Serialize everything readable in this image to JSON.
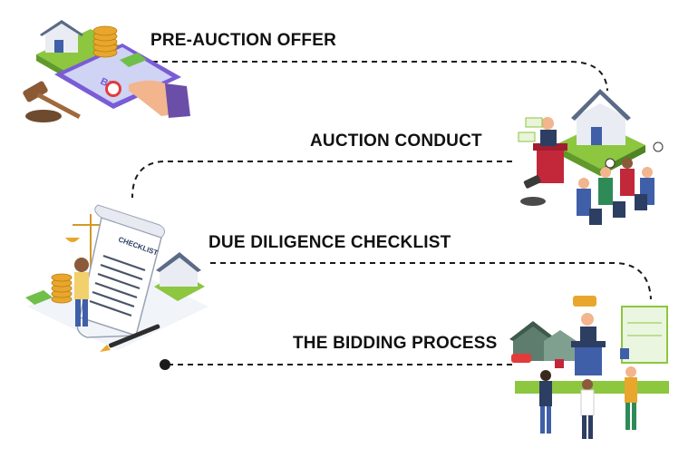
{
  "steps": [
    {
      "title": "PRE-AUCTION OFFER",
      "illustration": "bid-phone-gavel-house-icon"
    },
    {
      "title": "AUCTION CONDUCT",
      "illustration": "auctioneer-crowd-icon"
    },
    {
      "title": "DUE DILIGENCE CHECKLIST",
      "illustration": "checklist-scroll-icon",
      "scroll_heading": "CHECKLIST"
    },
    {
      "title": "THE BIDDING PROCESS",
      "illustration": "bidding-paddles-crowd-icon"
    }
  ],
  "bid_phone_text": "BID",
  "colors": {
    "connector": "#1a1a1a",
    "accent_purple": "#7a5cd6",
    "accent_green": "#8dc63f",
    "accent_blue": "#3f5fa8",
    "gold": "#e8a72c"
  }
}
